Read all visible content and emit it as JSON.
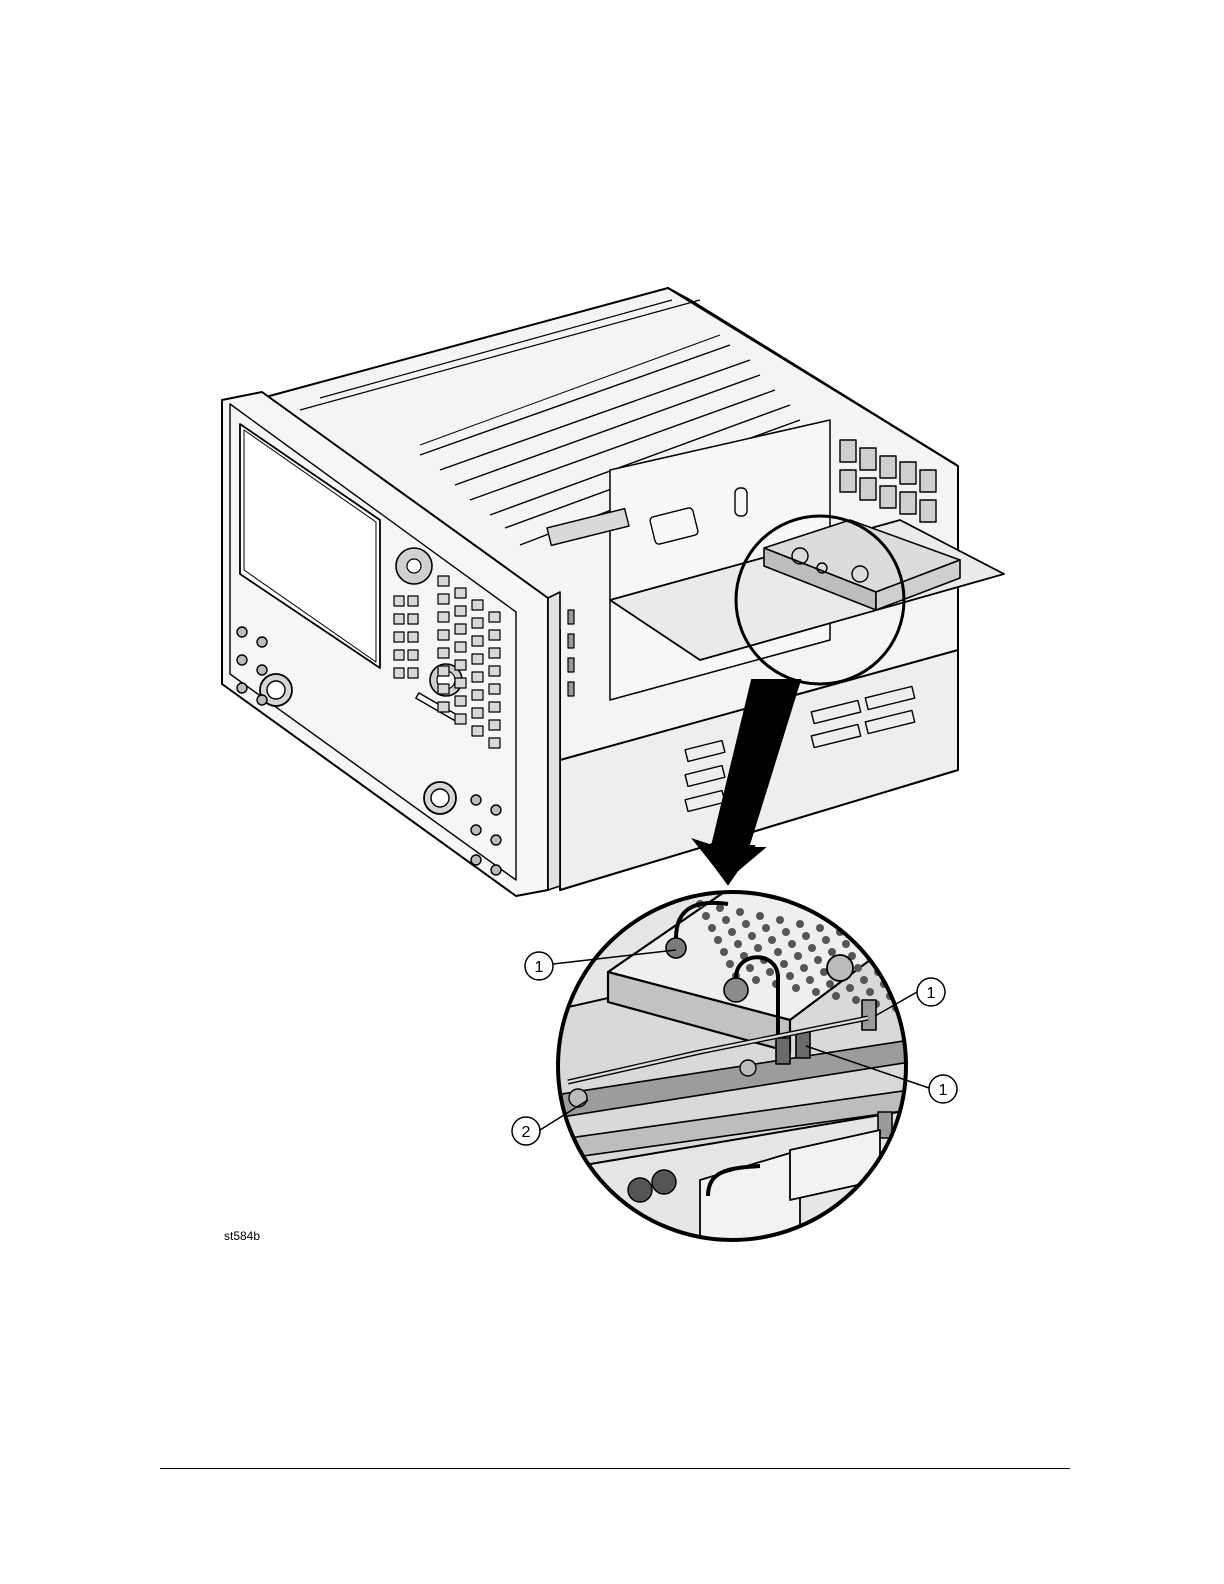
{
  "figure": {
    "id_label": "st584b",
    "callouts": [
      {
        "number": "1"
      },
      {
        "number": "1"
      },
      {
        "number": "1"
      },
      {
        "number": "2"
      }
    ]
  },
  "colors": {
    "line": "#000000",
    "shade_light": "#e6e6e6",
    "shade_mid": "#bdbdbd",
    "shade_dark": "#7a7a7a",
    "screen": "#ffffff"
  }
}
